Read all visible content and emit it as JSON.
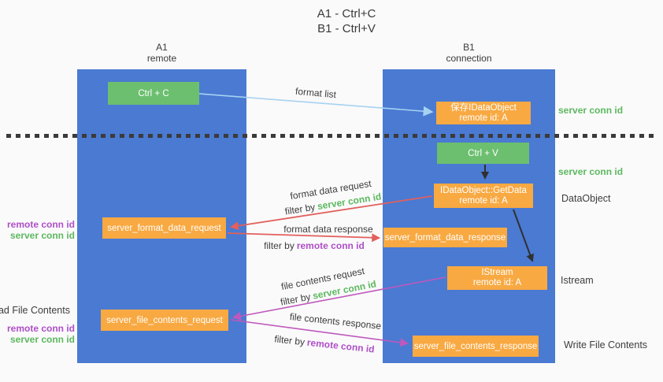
{
  "title": {
    "line1": "A1 - Ctrl+C",
    "line2": "B1 - Ctrl+V"
  },
  "lifelines": {
    "a1": {
      "name": "A1",
      "role": "remote"
    },
    "b1": {
      "name": "B1",
      "role": "connection"
    }
  },
  "nodes": {
    "ctrl_c": {
      "label": "Ctrl + C"
    },
    "save_idataobject": {
      "line1": "保存IDataObject",
      "line2": "remote id: A"
    },
    "ctrl_v": {
      "label": "Ctrl + V"
    },
    "idataobject_getdata": {
      "line1": "IDataObject::GetData",
      "line2": "remote id: A"
    },
    "istream": {
      "line1": "IStream",
      "line2": "remote id: A"
    },
    "server_format_data_request": {
      "label": "server_format_data_request"
    },
    "server_format_data_response": {
      "label": "server_format_data_response"
    },
    "server_file_contents_request": {
      "label": "server_file_contents_request"
    },
    "server_file_contents_response": {
      "label": "server_file_contents_response"
    }
  },
  "terms": {
    "filter_by": "filter by",
    "server_conn_id": "server conn id",
    "remote_conn_id": "remote conn id"
  },
  "flow_labels": {
    "format_list": "format list",
    "format_data_request": "format data request",
    "format_data_response": "format data response",
    "file_contents_request": "file contents request",
    "file_contents_response": "file contents response"
  },
  "side_labels": {
    "dataobject": "DataObject",
    "istream": "Istream",
    "read_file_contents": "Read File Contents",
    "write_file_contents": "Write File Contents"
  },
  "colors": {
    "lifeline_blue": "#4a7ad2",
    "node_orange": "#f8a942",
    "node_green": "#6cbf6f",
    "arrow_red": "#e2605d",
    "arrow_magenta": "#bf58bd",
    "arrow_light_blue": "#a6d2f2",
    "arrow_black": "#303030",
    "conn_id_green": "#5cb85f",
    "conn_id_purple": "#ae4fc8",
    "text_dark": "#3d3d3d"
  }
}
